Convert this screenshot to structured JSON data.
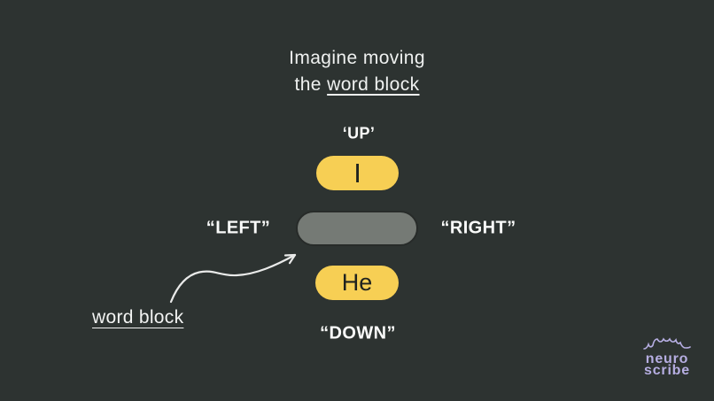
{
  "slide": {
    "colors": {
      "background": "#2d3331",
      "block_yellow": "#f7cf54",
      "block_gray": "#757a75",
      "text_light": "#f2f3f2",
      "block_text": "#20231f",
      "logo_lavender": "#b6aee2",
      "arrow_white": "#e9eae9"
    },
    "title": {
      "line1": "Imagine moving",
      "line2_prefix": "the",
      "line2_underlined": "word block"
    },
    "direction_labels": {
      "up": "‘UP’",
      "left": "“LEFT”",
      "right": "“RIGHT”",
      "down": "“DOWN”"
    },
    "word_blocks": {
      "top_text": "I",
      "middle_text": "",
      "bottom_text": "He"
    },
    "annotation": {
      "label": "word block"
    },
    "logo": {
      "line1": "neuro",
      "line2": "scribe"
    }
  }
}
